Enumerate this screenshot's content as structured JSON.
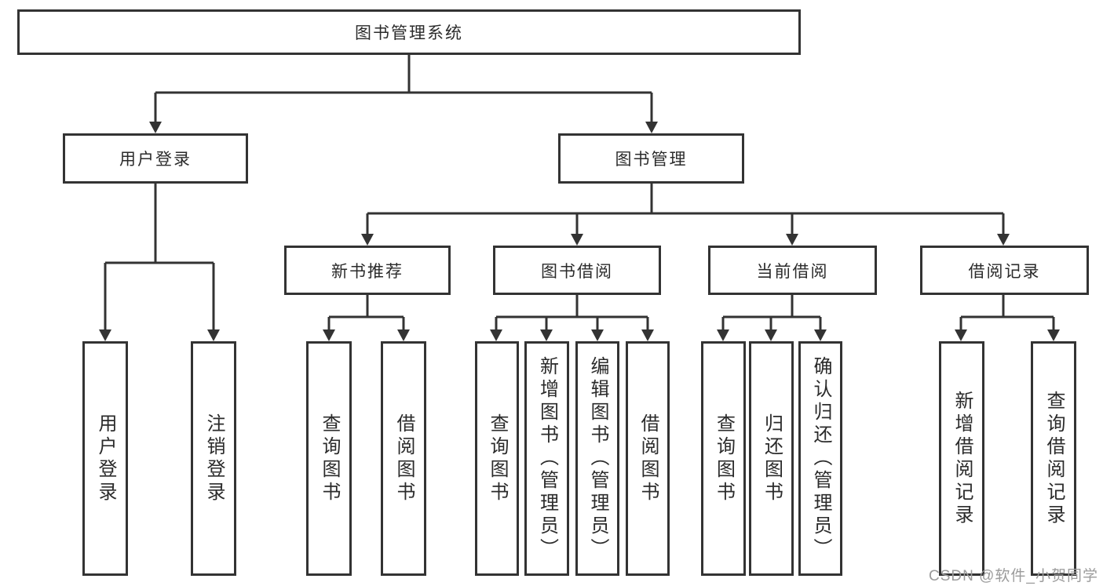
{
  "diagram": {
    "title": "图书管理系统",
    "root": {
      "label": "图书管理系统"
    },
    "level2": [
      {
        "label": "用户登录"
      },
      {
        "label": "图书管理"
      }
    ],
    "level3": [
      {
        "label": "新书推荐"
      },
      {
        "label": "图书借阅"
      },
      {
        "label": "当前借阅"
      },
      {
        "label": "借阅记录"
      }
    ],
    "leaves": {
      "user_login": [
        "用户登录",
        "注销登录"
      ],
      "new_books": [
        "查询图书",
        "借阅图书"
      ],
      "book_borrow": [
        "查询图书",
        "新增图书（管理员）",
        "编辑图书（管理员）",
        "借阅图书"
      ],
      "current_borrow": [
        "查询图书",
        "归还图书",
        "确认归还（管理员）"
      ],
      "borrow_records": [
        "新增借阅记录",
        "查询借阅记录"
      ]
    },
    "colors": {
      "line": "#333333",
      "text": "#2b2b2b",
      "box_background": "#ffffff",
      "watermark": "#9b9b9b"
    }
  },
  "watermark": {
    "text": "CSDN @软件_小贺同学"
  }
}
